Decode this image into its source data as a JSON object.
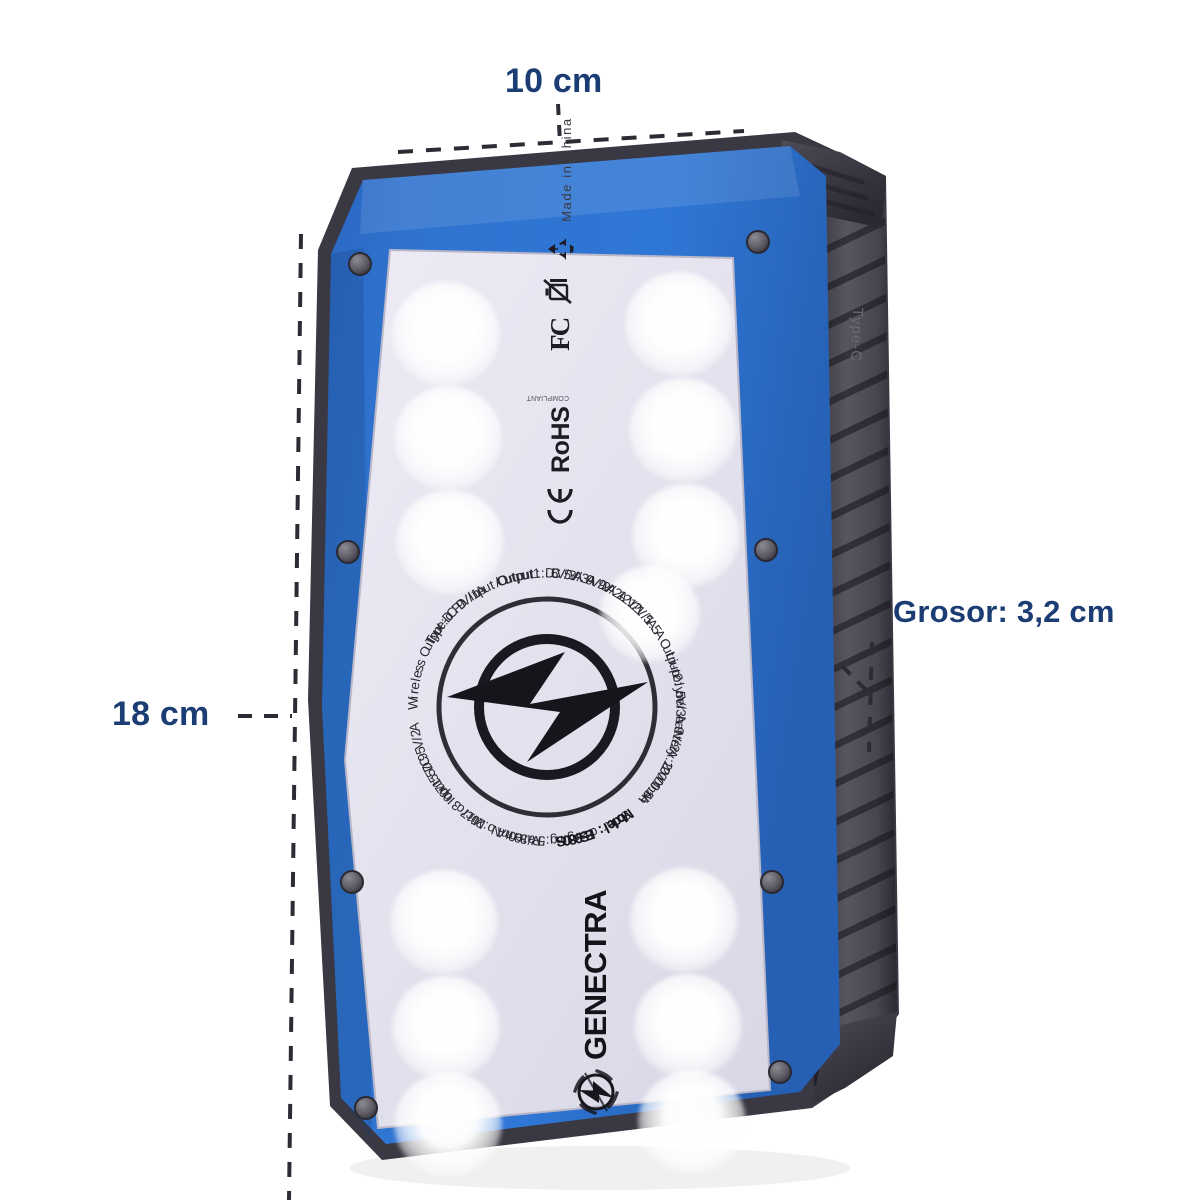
{
  "annotations": {
    "width_label": "10 cm",
    "height_label": "18 cm",
    "thickness_label": "Grosor: 3,2 cm",
    "accent_color": "#1b3d73"
  },
  "product": {
    "brand": "GENECTRA",
    "body_color": "#2f73cf",
    "trim_color": "#4a4a55",
    "panel_color": "#e4e4ee",
    "model_line": "Model: ES980S",
    "port_label": "Type-C",
    "spec_ring": [
      {
        "text": "Type-c PD Input/Output: DC 5V/3A 9V/2A 12V/1.5A",
        "bold": false
      },
      {
        "text": "Li-polymer battery:20000mAh",
        "bold": false
      },
      {
        "text": "Solar charging:5V/300mA",
        "bold": false
      },
      {
        "text": "Micro Input: DC 5V/2A",
        "bold": false
      },
      {
        "text": "Wireless Output:DC 9V/1A",
        "bold": false
      },
      {
        "text": "Output1: 5V/3A 9V/2A 12V/1.5A",
        "bold": false
      },
      {
        "text": "Output2: 5V/3A 9V/2A 12V/1.5A",
        "bold": false
      },
      {
        "text": "Model: ES980S",
        "bold": true
      },
      {
        "text": "Patent No:2017 3 0071557.9",
        "bold": false
      }
    ],
    "certifications": [
      {
        "name": "ce-mark",
        "label": "CE"
      },
      {
        "name": "rohs-mark",
        "label": "RoHS",
        "sub": "COMPLIANT"
      },
      {
        "name": "fcc-mark",
        "label": "FC"
      },
      {
        "name": "weee-mark",
        "label": ""
      },
      {
        "name": "recycle-mark",
        "label": ""
      },
      {
        "name": "origin-text",
        "label": "Made in China"
      }
    ],
    "wireless_symbol": "wireless-charging-bolt"
  }
}
